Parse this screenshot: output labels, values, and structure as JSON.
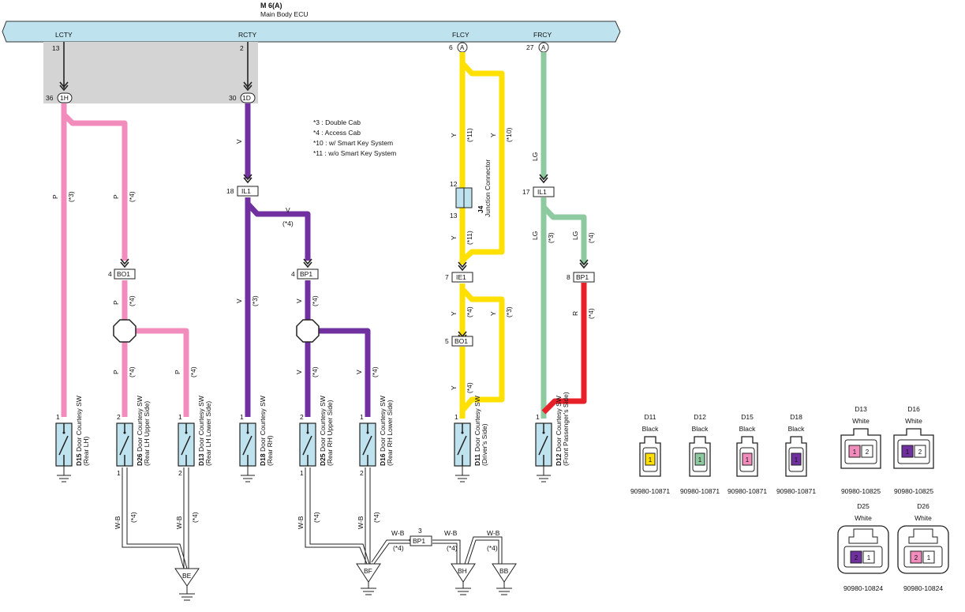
{
  "ecu": {
    "code": "M 6(A)",
    "name": "Main Body ECU"
  },
  "ecu_pins": [
    {
      "name": "LCTY",
      "num": "13"
    },
    {
      "name": "RCTY",
      "num": "2"
    },
    {
      "name": "FLCY",
      "num": "6",
      "tag": "A"
    },
    {
      "name": "FRCY",
      "num": "27",
      "tag": "A"
    }
  ],
  "top_connectors": [
    {
      "num": "36",
      "id": "1H"
    },
    {
      "num": "30",
      "id": "1D"
    }
  ],
  "notes": [
    "*3 : Double Cab",
    "*4 : Access Cab",
    "*10 : w/ Smart Key System",
    "*11 : w/o Smart Key System"
  ],
  "inline_connectors": [
    {
      "id": "IL1",
      "num": "18"
    },
    {
      "id": "BO1",
      "num": "4"
    },
    {
      "id": "BP1",
      "num": "4"
    },
    {
      "id": "IE1",
      "num": "7"
    },
    {
      "id": "BO1",
      "num": "5"
    },
    {
      "id": "IL1",
      "num": "17"
    },
    {
      "id": "BP1",
      "num": "8"
    },
    {
      "id": "BP1",
      "num": "3"
    }
  ],
  "junction": {
    "id": "J4",
    "name": "Junction Connector",
    "pin_top": "12",
    "pin_bottom": "13"
  },
  "wire_labels": [
    {
      "color": "P",
      "note": "(*3)"
    },
    {
      "color": "P",
      "note": "(*4)"
    },
    {
      "color": "P",
      "note": "(*4)"
    },
    {
      "color": "P",
      "note": "(*4)"
    },
    {
      "color": "P",
      "note": "(*4)"
    },
    {
      "color": "V",
      "note": ""
    },
    {
      "color": "V",
      "note": "(*4)"
    },
    {
      "color": "V",
      "note": "(*3)"
    },
    {
      "color": "V",
      "note": "(*4)"
    },
    {
      "color": "V",
      "note": "(*4)"
    },
    {
      "color": "V",
      "note": "(*4)"
    },
    {
      "color": "Y",
      "note": "(*11)"
    },
    {
      "color": "Y",
      "note": "(*10)"
    },
    {
      "color": "Y",
      "note": "(*11)"
    },
    {
      "color": "Y",
      "note": "(*4)"
    },
    {
      "color": "Y",
      "note": "(*3)"
    },
    {
      "color": "Y",
      "note": "(*4)"
    },
    {
      "color": "LG",
      "note": ""
    },
    {
      "color": "LG",
      "note": "(*3)"
    },
    {
      "color": "LG",
      "note": "(*4)"
    },
    {
      "color": "R",
      "note": "(*4)"
    }
  ],
  "switches": [
    {
      "code": "D15",
      "name": "Door Courtesy SW",
      "loc": "(Rear LH)",
      "pin_top": "1",
      "pin_bottom": ""
    },
    {
      "code": "D26",
      "name": "Door Courtesy SW",
      "loc": "(Rear LH Upper Side)",
      "pin_top": "2",
      "pin_bottom": "1"
    },
    {
      "code": "D13",
      "name": "Door Courtesy SW",
      "loc": "(Rear LH Lower Side)",
      "pin_top": "1",
      "pin_bottom": "2"
    },
    {
      "code": "D18",
      "name": "Door Courtesy SW",
      "loc": "(Rear RH)",
      "pin_top": "1",
      "pin_bottom": ""
    },
    {
      "code": "D25",
      "name": "Door Courtesy SW",
      "loc": "(Rear RH Upper Side)",
      "pin_top": "2",
      "pin_bottom": "1"
    },
    {
      "code": "D16",
      "name": "Door Courtesy SW",
      "loc": "(Rear RH Lower Side)",
      "pin_top": "1",
      "pin_bottom": "2"
    },
    {
      "code": "D11",
      "name": "Door Courtesy SW",
      "loc": "(Driver's Side)",
      "pin_top": "1",
      "pin_bottom": ""
    },
    {
      "code": "D12",
      "name": "Door Courtesy SW",
      "loc": "(Front Passenger's Side)",
      "pin_top": "1",
      "pin_bottom": ""
    }
  ],
  "ground_wires": [
    {
      "color": "W-B",
      "note": "(*4)"
    },
    {
      "color": "W-B",
      "note": "(*4)"
    },
    {
      "color": "W-B",
      "note": "(*4)"
    },
    {
      "color": "W-B",
      "note": "(*4)"
    },
    {
      "color": "W-B",
      "note": "(*4)"
    },
    {
      "color": "W-B",
      "note": "(*4)"
    },
    {
      "color": "W-B",
      "note": "(*4)"
    }
  ],
  "grounds": [
    "BE",
    "BF",
    "BH",
    "BB"
  ],
  "connector_views": [
    {
      "code": "D11",
      "color": "Black",
      "part": "90980-10871",
      "pins": [
        "1"
      ],
      "fill": "#ffe000"
    },
    {
      "code": "D12",
      "color": "Black",
      "part": "90980-10871",
      "pins": [
        "1"
      ],
      "fill": "#8ecaa0"
    },
    {
      "code": "D15",
      "color": "Black",
      "part": "90980-10871",
      "pins": [
        "1"
      ],
      "fill": "#f28cbc"
    },
    {
      "code": "D18",
      "color": "Black",
      "part": "90980-10871",
      "pins": [
        "1"
      ],
      "fill": "#7030a0"
    },
    {
      "code": "D13",
      "color": "White",
      "part": "90980-10825",
      "pins": [
        "1",
        "2"
      ],
      "fill": "#f28cbc"
    },
    {
      "code": "D16",
      "color": "White",
      "part": "90980-10825",
      "pins": [
        "1",
        "2"
      ],
      "fill": "#7030a0"
    },
    {
      "code": "D25",
      "color": "White",
      "part": "90980-10824",
      "pins": [
        "2",
        "1"
      ],
      "fill": "#7030a0"
    },
    {
      "code": "D26",
      "color": "White",
      "part": "90980-10824",
      "pins": [
        "2",
        "1"
      ],
      "fill": "#f28cbc"
    }
  ],
  "colors": {
    "pink": "#f28cbc",
    "violet": "#7030a0",
    "yellow": "#ffe000",
    "lightgreen": "#8ecaa0",
    "red": "#e8202a",
    "ecu_bar": "#bfe3ee"
  }
}
